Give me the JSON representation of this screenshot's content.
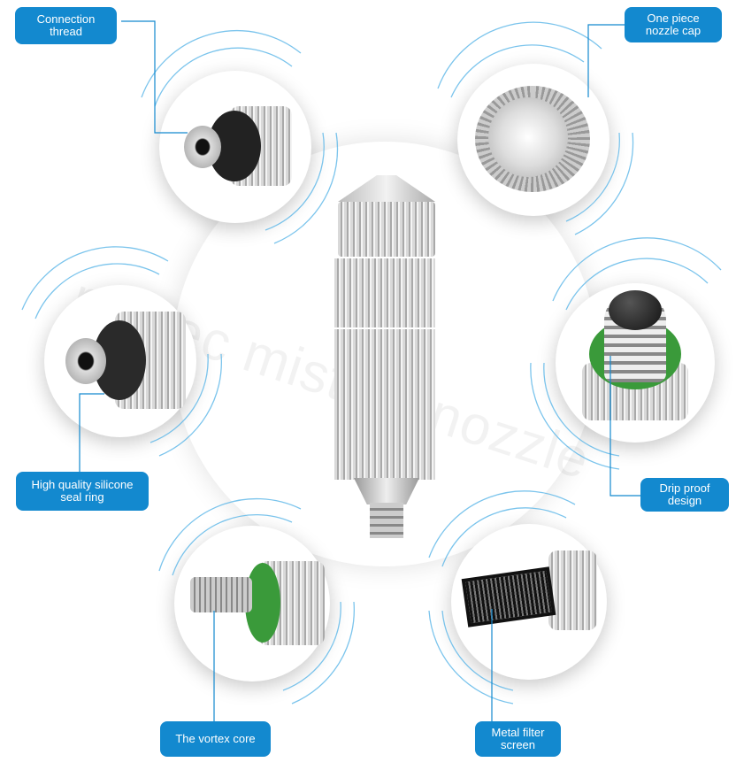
{
  "watermark": "mistec misting nozzle",
  "labels": {
    "connection_thread": "Connection thread",
    "nozzle_cap": "One piece nozzle cap",
    "seal_ring": "High quality silicone seal ring",
    "drip_proof": "Drip proof design",
    "vortex_core": "The vortex core",
    "filter_screen": "Metal filter screen"
  },
  "colors": {
    "accent": "#1389cf",
    "arc": "#5bb6e8",
    "seal": "#3a9a3a"
  }
}
